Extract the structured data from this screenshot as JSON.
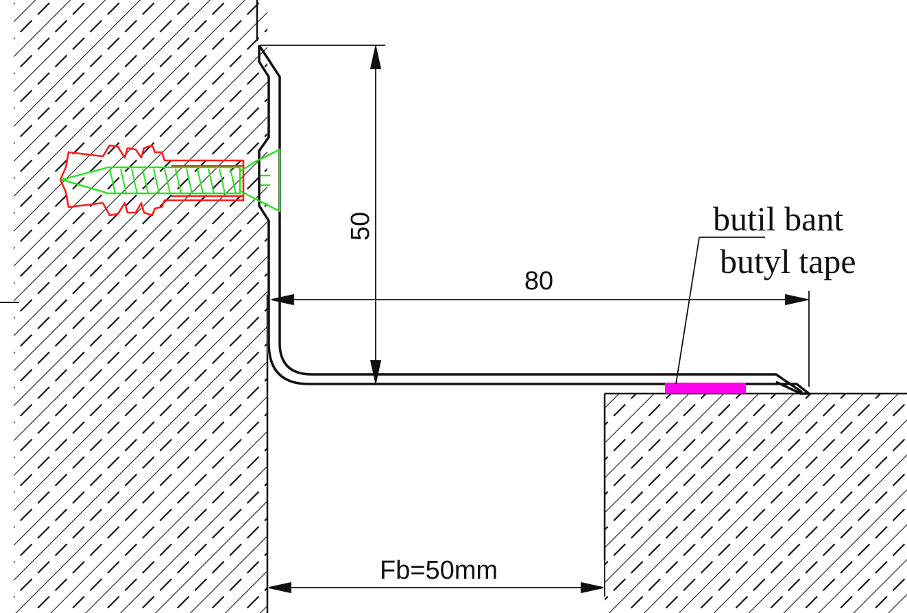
{
  "labels": {
    "vertical_dimension": "50",
    "horizontal_dimension": "80",
    "gap_dimension": "Fb=50mm",
    "tape_label_1": "butil bant",
    "tape_label_2": "butyl tape"
  },
  "colors": {
    "line": "#111111",
    "hatch": "#111111",
    "dowel": "#ff1a1a",
    "screw": "#22e61a",
    "tape": "#ff00ee",
    "background": "#ffffff"
  }
}
